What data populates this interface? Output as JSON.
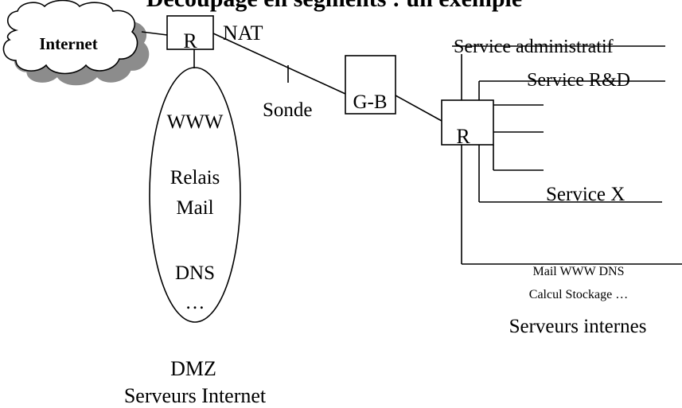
{
  "title": "Découpage en segments : un exemple",
  "internet": {
    "label": "Internet"
  },
  "routers": {
    "border": "R",
    "internal": "R"
  },
  "nat": {
    "label": "NAT"
  },
  "probe": {
    "label": "Sonde"
  },
  "gateway": {
    "label": "G-B"
  },
  "dmz": {
    "servers": [
      "WWW",
      "Relais",
      "Mail",
      "DNS",
      "…"
    ],
    "caption_line1": "DMZ",
    "caption_line2": "Serveurs Internet"
  },
  "services": {
    "admin": "Service administratif",
    "rd": "Service R&D",
    "x": "Service X"
  },
  "internal_servers": {
    "line1": "Mail  WWW  DNS",
    "line2": "Calcul Stockage …",
    "caption": "Serveurs internes"
  },
  "colors": {
    "cloud_shadow": "#8c8c8c",
    "stroke": "#000000"
  }
}
